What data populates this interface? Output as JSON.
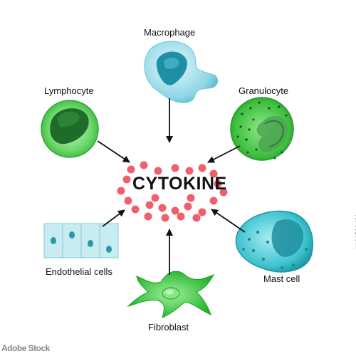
{
  "center": {
    "label": "CYTOKINE"
  },
  "cells": [
    {
      "key": "macrophage",
      "label": "Macrophage"
    },
    {
      "key": "lymphocyte",
      "label": "Lymphocyte"
    },
    {
      "key": "granulocyte",
      "label": "Granulocyte"
    },
    {
      "key": "endothelial",
      "label": "Endothelial cells"
    },
    {
      "key": "mast",
      "label": "Mast cell"
    },
    {
      "key": "fibroblast",
      "label": "Fibroblast"
    }
  ],
  "stock": {
    "id": "#166566431",
    "logo": "Adobe Stock"
  },
  "colors": {
    "cytokine_dot": "#f0606a",
    "arrow": "#111111",
    "macrophage": "#7fd4e4",
    "lymphocyte": "#55c95a",
    "granulocyte": "#3ec13c",
    "endothelial": "#bfe8ef",
    "mast": "#3fc3cf",
    "fibroblast": "#33c43a"
  }
}
